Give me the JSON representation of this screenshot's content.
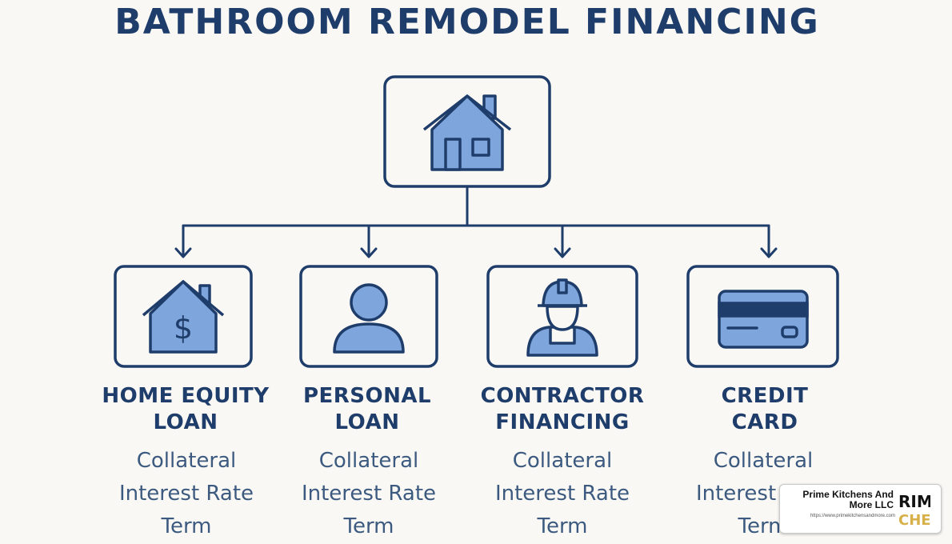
{
  "title": "BATHROOM REMODEL FINANCING",
  "icons": {
    "root": "house-icon",
    "home_equity": "house-dollar-icon",
    "personal": "person-icon",
    "contractor": "contractor-icon",
    "credit": "credit-card-icon"
  },
  "colors": {
    "stroke": "#1f3d6b",
    "fill": "#7ea6dc",
    "text": "#1f3d6b",
    "subtext": "#3c5a80",
    "badge_gold": "#d8b04a"
  },
  "options": [
    {
      "label_1": "HOME EQUITY",
      "label_2": "LOAN",
      "attrs": [
        "Collateral",
        "Interest Rate",
        "Term"
      ]
    },
    {
      "label_1": "PERSONAL",
      "label_2": "LOAN",
      "attrs": [
        "Collateral",
        "Interest Rate",
        "Term"
      ]
    },
    {
      "label_1": "CONTRACTOR",
      "label_2": "FINANCING",
      "attrs": [
        "Collateral",
        "Interest Rate",
        "Term"
      ]
    },
    {
      "label_1": "CREDIT",
      "label_2": "CARD",
      "attrs": [
        "Collateral",
        "Interest Rate",
        "Term"
      ]
    }
  ],
  "badge": {
    "company": "Prime Kitchens And More LLC",
    "url": "https://www.primekitchensandmore.com",
    "logo_text": "RIM CHE"
  }
}
